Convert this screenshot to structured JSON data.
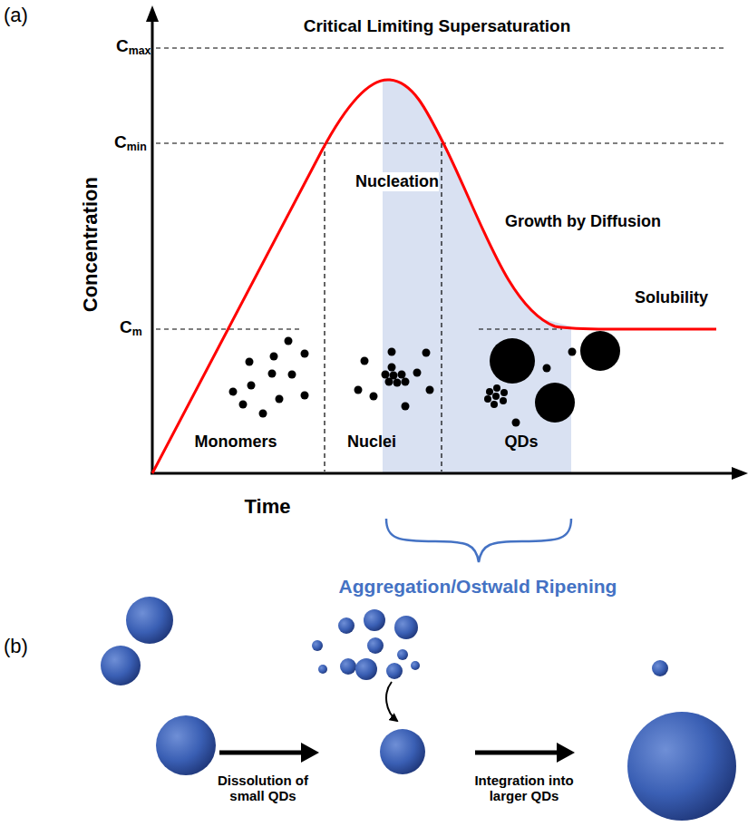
{
  "diagram": {
    "labels": [
      "(a)",
      "Cmax",
      "Critical Limiting Supersaturation",
      "Cmin",
      "Nucleation",
      "Growth by Diffusion",
      "Solubility",
      "Cm",
      "Concentration",
      "Monomers",
      "Nuclei",
      "QDs",
      "Time",
      "Aggregation/Ostwald Ripening",
      "(b)",
      "Dissolution of small QDs",
      "Integration into larger QDs"
    ]
  }
}
